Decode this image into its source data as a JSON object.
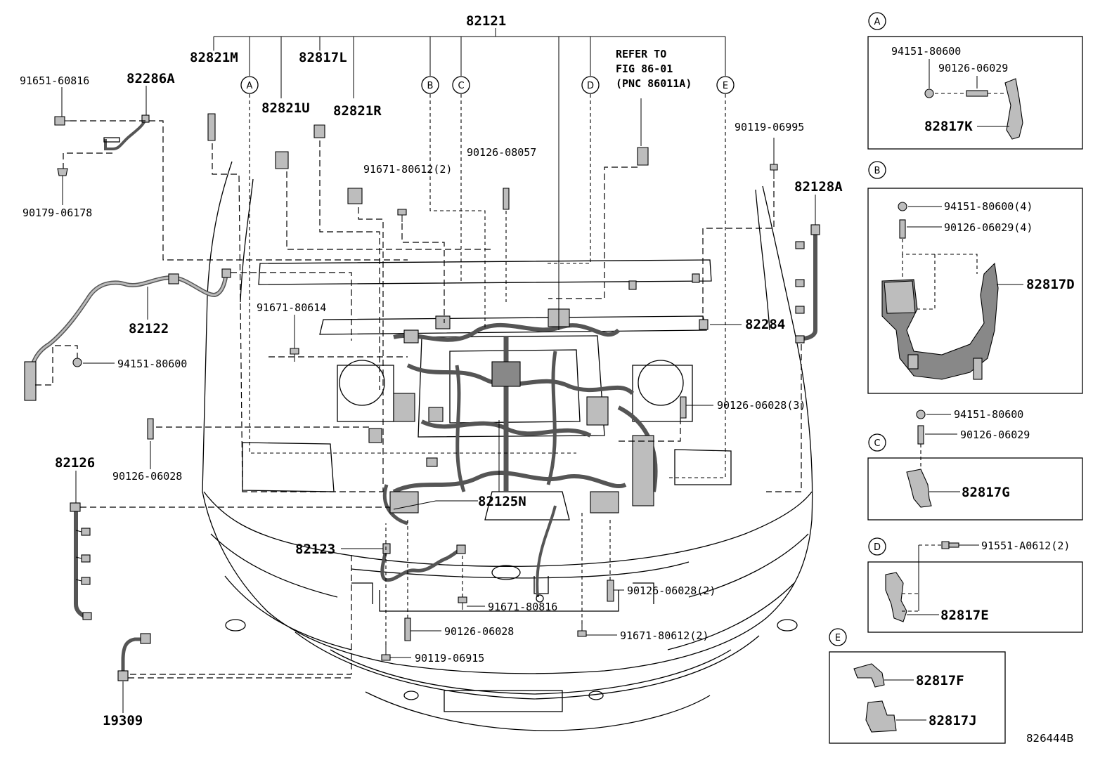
{
  "diagram_id": "826444B",
  "refer_note": [
    "REFER TO",
    "FIG 86-01",
    "(PNC 86011A)"
  ],
  "main_labels": {
    "wire_engine_room": "82121",
    "wire_82821M": "82821M",
    "wire_82817L": "82817L",
    "wire_82821U": "82821U",
    "wire_82821R": "82821R",
    "bolt_91651_60816": "91651-60816",
    "wire_82286A": "82286A",
    "screw_90179_06178": "90179-06178",
    "stud_90126_08057": "90126-08057",
    "bolt_91671_80612_2_top": "91671-80612(2)",
    "bolt_90119_06995": "90119-06995",
    "wire_82128A": "82128A",
    "wire_82122": "82122",
    "bolt_91671_80614": "91671-80614",
    "nut_94151_80600_left": "94151-80600",
    "wire_82284": "82284",
    "stud_90126_06028_3": "90126-06028(3)",
    "stud_90126_06028_left": "90126-06028",
    "wire_82126": "82126",
    "wire_82125N": "82125N",
    "wire_82123": "82123",
    "stud_90126_06028_2": "90126-06028(2)",
    "bolt_91671_80816": "91671-80816",
    "stud_90126_06028_bottom": "90126-06028",
    "bolt_91671_80612_2_bottom": "91671-80612(2)",
    "bolt_90119_06915": "90119-06915",
    "wire_19309": "19309"
  },
  "callouts": [
    "A",
    "B",
    "C",
    "D",
    "E"
  ],
  "detail_A": {
    "circle": "A",
    "nut": "94151-80600",
    "stud": "90126-06029",
    "part": "82817K"
  },
  "detail_B": {
    "circle": "B",
    "nut": "94151-80600(4)",
    "stud": "90126-06029(4)",
    "part": "82817D"
  },
  "detail_C": {
    "circle": "C",
    "nut": "94151-80600",
    "stud": "90126-06029",
    "part": "82817G"
  },
  "detail_D": {
    "circle": "D",
    "bolt": "91551-A0612(2)",
    "part": "82817E"
  },
  "detail_E": {
    "circle": "E",
    "part_1": "82817F",
    "part_2": "82817J"
  }
}
